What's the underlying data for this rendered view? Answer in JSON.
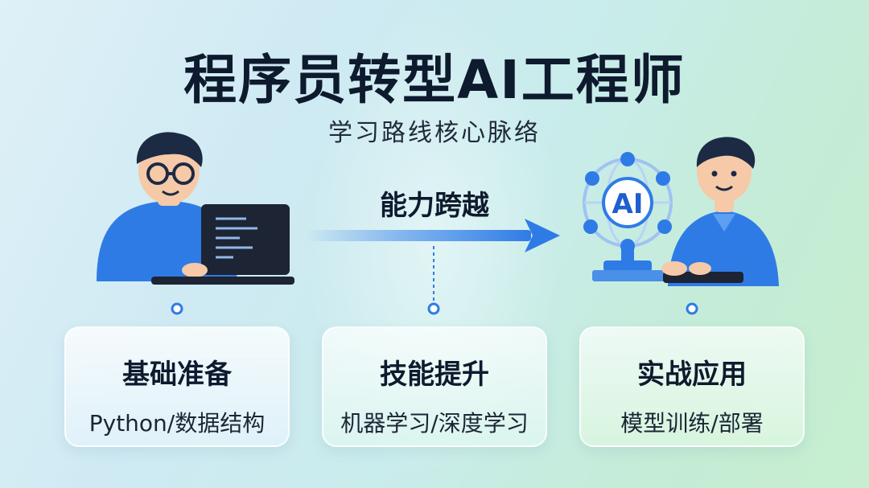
{
  "header": {
    "title": "程序员转型AI工程师",
    "subtitle": "学习路线核心脉络"
  },
  "bridge": {
    "label": "能力跨越"
  },
  "illustrations": {
    "ai_badge": "AI"
  },
  "stages": [
    {
      "title": "基础准备",
      "desc": "Python/数据结构"
    },
    {
      "title": "技能提升",
      "desc": "机器学习/深度学习"
    },
    {
      "title": "实战应用",
      "desc": "模型训练/部署"
    }
  ],
  "colors": {
    "primary_blue": "#2f7be6",
    "dark_text": "#0e1a2e",
    "hair": "#1c2a44",
    "skin": "#f6c9a8",
    "laptop": "#1d2433"
  }
}
